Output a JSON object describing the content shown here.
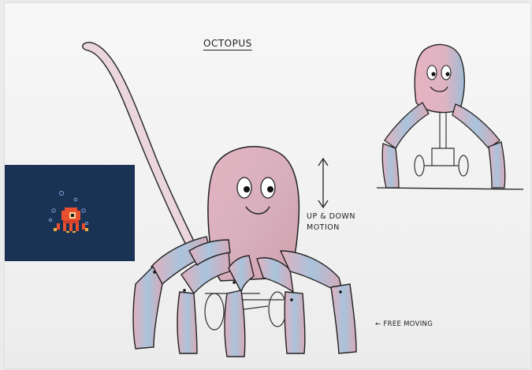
{
  "drawing": {
    "title": "OCTOPUS",
    "motion_label_line1": "UP & DOWN",
    "motion_label_line2": "MOTION",
    "free_label": "← FREE MOVING"
  },
  "colors": {
    "paper": "#f4f4f4",
    "ink": "#222222",
    "pink": "#d9a6b6",
    "blue": "#9fbcd6",
    "thumbnail_bg": "#1a3254",
    "pixel_octopus": "#e8502f"
  },
  "thumbnail": {
    "icon": "pixel-octopus-icon"
  }
}
